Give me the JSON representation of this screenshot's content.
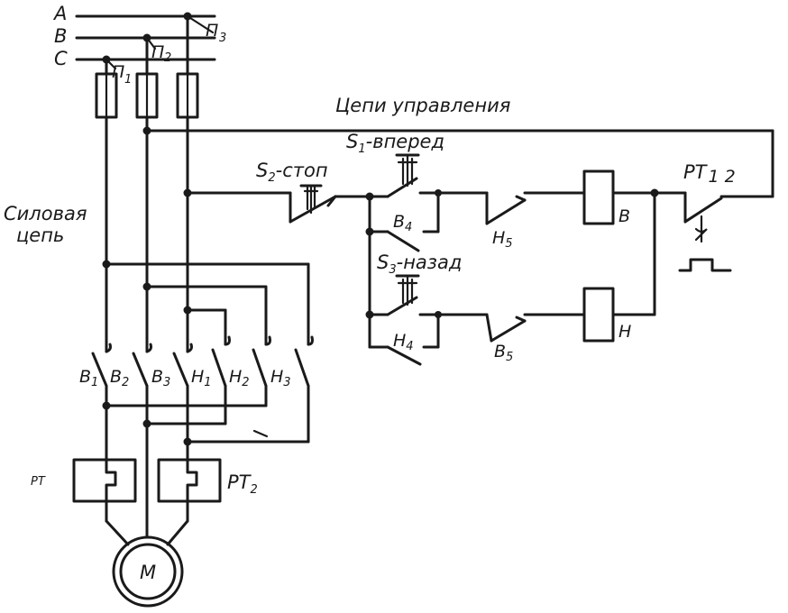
{
  "labels": {
    "phase_a": "A",
    "phase_b": "B",
    "phase_c": "C",
    "fuse_1": "П",
    "fuse_1_sub": "1",
    "fuse_2": "П",
    "fuse_2_sub": "2",
    "fuse_3": "П",
    "fuse_3_sub": "3",
    "control_title": "Цепи управления",
    "power_line1": "Силовая",
    "power_line2": "цепь",
    "stop_main": "S",
    "stop_sub": "2",
    "stop_text": "-стоп",
    "forward_main": "S",
    "forward_sub": "1",
    "forward_text": "-вперед",
    "back_main": "S",
    "back_sub": "3",
    "back_text": "-назад",
    "b4_main": "B",
    "b4_sub": "4",
    "h4_main": "H",
    "h4_sub": "4",
    "h5_main": "H",
    "h5_sub": "5",
    "b5_main": "B",
    "b5_sub": "5",
    "coil_b": "B",
    "coil_h": "H",
    "rt12_main": "PT",
    "rt12_sub": "1 2",
    "b1_main": "B",
    "b1_sub": "1",
    "b2_main": "B",
    "b2_sub": "2",
    "b3_main": "B",
    "b3_sub": "3",
    "h1_main": "H",
    "h1_sub": "1",
    "h2_main": "H",
    "h2_sub": "2",
    "h3_main": "H",
    "h3_sub": "3",
    "rt1_label": "PT",
    "rt2_main": "PT",
    "rt2_sub": "2",
    "motor": "M"
  }
}
